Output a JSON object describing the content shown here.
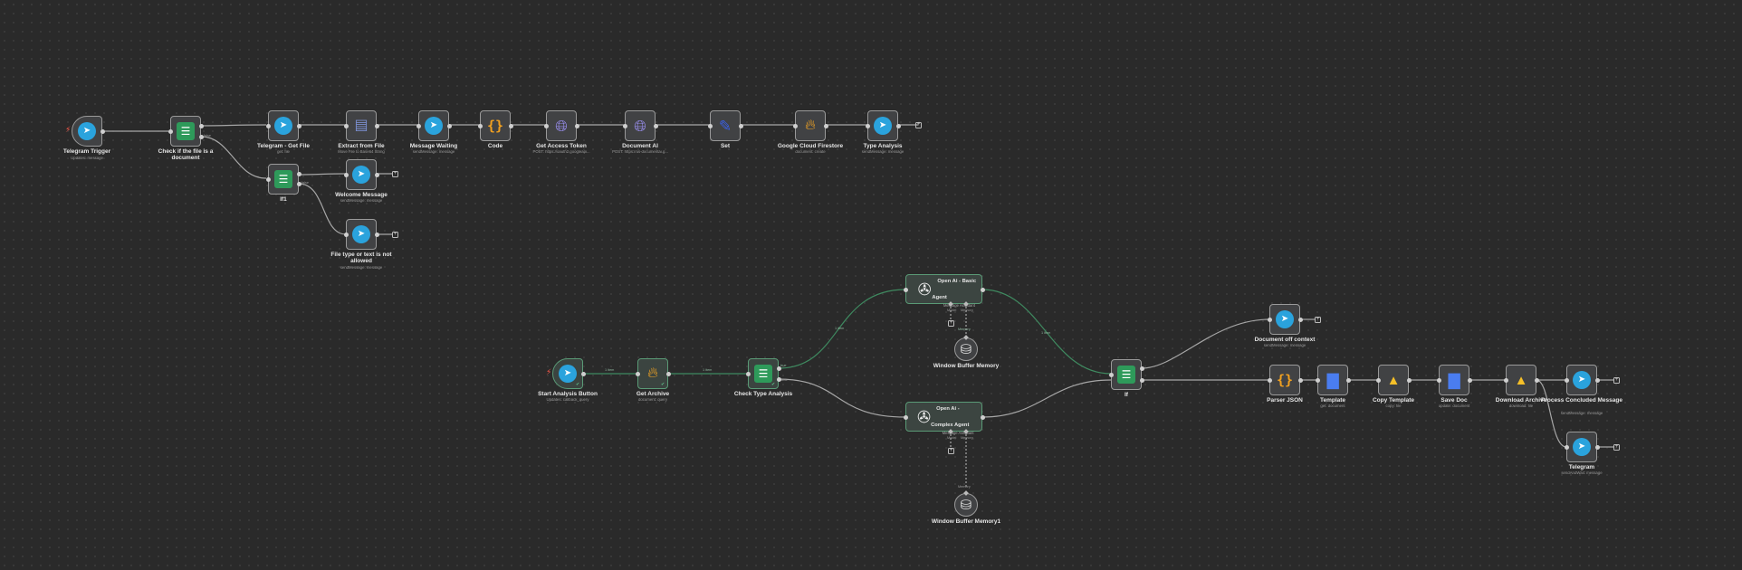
{
  "nodes": {
    "telegram_trigger": {
      "title": "Telegram Trigger",
      "sub": "Updates: message",
      "icon": "telegram-icon"
    },
    "check_document": {
      "title": "Check if the file is a document",
      "sub": "",
      "icon": "filter-icon"
    },
    "telegram_get_file": {
      "title": "Telegram - Get File",
      "sub": "get: file",
      "icon": "telegram-icon"
    },
    "extract_from_file": {
      "title": "Extract from File",
      "sub": "Move File to Base64 String",
      "icon": "extract-icon"
    },
    "message_waiting": {
      "title": "Message Waiting",
      "sub": "sendMessage: message",
      "icon": "telegram-icon"
    },
    "code": {
      "title": "Code",
      "sub": "",
      "icon": "code-icon"
    },
    "get_access_token": {
      "title": "Get Access Token",
      "sub": "POST: https://oauth2.googleapi...",
      "icon": "globe-icon"
    },
    "document_ai": {
      "title": "Document AI",
      "sub": "POST: https://us-documentai.g...",
      "icon": "globe-icon"
    },
    "set": {
      "title": "Set",
      "sub": "",
      "icon": "set-icon"
    },
    "google_cloud_firestore": {
      "title": "Google Cloud Firestore",
      "sub": "document: create",
      "icon": "firestore-icon"
    },
    "type_analysis": {
      "title": "Type Analysis",
      "sub": "sendMessage: message",
      "icon": "telegram-icon"
    },
    "if_top": {
      "title": "If1",
      "sub": "",
      "icon": "filter-icon"
    },
    "welcome_message": {
      "title": "Welcome Message",
      "sub": "sendMessage: message",
      "icon": "telegram-icon"
    },
    "file_not_allowed": {
      "title": "File type or text is not allowed",
      "sub": "sendMessage: message",
      "icon": "telegram-icon"
    },
    "start_analysis_button": {
      "title": "Start Analysis Button",
      "sub": "Updates: callback_query",
      "icon": "telegram-icon"
    },
    "get_archive": {
      "title": "Get Archive",
      "sub": "document: query",
      "icon": "firestore-icon"
    },
    "check_type_analysis": {
      "title": "Check Type Analysis",
      "sub": "",
      "icon": "filter-icon"
    },
    "openai_basic": {
      "title": "Open Ai - Basic Agent",
      "sub": "Message Assistant",
      "icon": "openai-icon"
    },
    "openai_complex": {
      "title": "Open Ai - Complex Agent",
      "sub": "Message Assistant",
      "icon": "openai-icon"
    },
    "window_buffer_memory": {
      "title": "Window Buffer Memory",
      "sub": "",
      "icon": "database-icon"
    },
    "window_buffer_memory1": {
      "title": "Window Buffer Memory1",
      "sub": "",
      "icon": "database-icon"
    },
    "if_bottom": {
      "title": "If",
      "sub": "",
      "icon": "filter-icon"
    },
    "document_off_context": {
      "title": "Document off context",
      "sub": "sendMessage: message",
      "icon": "telegram-icon"
    },
    "parser_json": {
      "title": "Parser JSON",
      "sub": "",
      "icon": "code-icon"
    },
    "template": {
      "title": "Template",
      "sub": "get: document",
      "icon": "google-docs-icon"
    },
    "copy_template": {
      "title": "Copy Template",
      "sub": "copy: file",
      "icon": "google-drive-icon"
    },
    "save_doc": {
      "title": "Save Doc",
      "sub": "update: document",
      "icon": "google-docs-icon"
    },
    "download_archive": {
      "title": "Download Archive",
      "sub": "download: file",
      "icon": "google-drive-icon"
    },
    "process_concluded": {
      "title": "Process Concluded Message",
      "sub": "sendMessage: message",
      "icon": "telegram-icon"
    },
    "telegram": {
      "title": "Telegram",
      "sub": "sendAndWait: message",
      "icon": "telegram-icon"
    }
  },
  "edge_labels": {
    "true": "true",
    "false": "false",
    "one_item": "1 item",
    "model": "Model",
    "memory": "Memory",
    "tools": "Tools"
  },
  "colors": {
    "canvas": "#2a2a2a",
    "node": "#414244",
    "edge": "#a6a6a6",
    "executed_edge": "#3f8a60",
    "telegram": "#2aa3dd",
    "filter": "#2e9a5a"
  }
}
